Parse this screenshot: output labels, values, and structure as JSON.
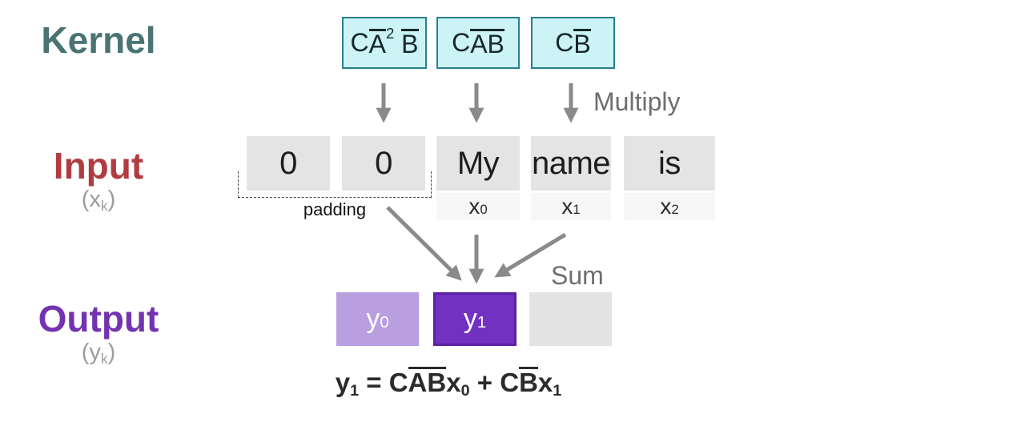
{
  "colors": {
    "kernel_title": "#4a7474",
    "input_title": "#b23b41",
    "output_title": "#7434b0",
    "kernel_box_fill": "#ccf3f6",
    "kernel_box_border": "#2a7f90",
    "input_box_fill": "#e4e4e4",
    "input_sub_fill": "#f7f7f7",
    "output_y0_fill": "#b99ee0",
    "output_y1_fill": "#7231c1",
    "output_y1_border": "#5a21a3",
    "output_empty_fill": "#e3e3e3",
    "arrow": "#8a8a8a",
    "muted_label": "#6e6e6e",
    "side_sub": "#9c9c9c"
  },
  "sections": {
    "kernel": {
      "title": "Kernel"
    },
    "input": {
      "title": "Input",
      "subtitle_tokens": [
        {
          "t": "(x"
        },
        {
          "t": "k",
          "sub": true
        },
        {
          "t": ")"
        }
      ]
    },
    "output": {
      "title": "Output",
      "subtitle_tokens": [
        {
          "t": "(y"
        },
        {
          "t": "k",
          "sub": true
        },
        {
          "t": ")"
        }
      ]
    }
  },
  "kernel": {
    "boxes": [
      {
        "tokens": [
          {
            "t": "C"
          },
          {
            "t": "A",
            "bar": true
          },
          {
            "t": "2",
            "sup": true
          },
          {
            "t": " "
          },
          {
            "t": "B",
            "bar": true
          }
        ]
      },
      {
        "tokens": [
          {
            "t": "C"
          },
          {
            "t": "A",
            "bar": true
          },
          {
            "t": "B",
            "bar": true
          }
        ]
      },
      {
        "tokens": [
          {
            "t": "C"
          },
          {
            "t": "B",
            "bar": true
          }
        ]
      }
    ]
  },
  "annotations": {
    "multiply": "Multiply",
    "sum": "Sum",
    "padding": "padding"
  },
  "input": {
    "cells": [
      {
        "value": "0"
      },
      {
        "value": "0"
      },
      {
        "value": "My",
        "index_tokens": [
          {
            "t": "x"
          },
          {
            "t": "0",
            "sub": true
          }
        ]
      },
      {
        "value": "name",
        "index_tokens": [
          {
            "t": "x"
          },
          {
            "t": "1",
            "sub": true
          }
        ]
      },
      {
        "value": "is",
        "index_tokens": [
          {
            "t": "x"
          },
          {
            "t": "2",
            "sub": true
          }
        ]
      }
    ]
  },
  "output": {
    "cells": [
      {
        "tokens": [
          {
            "t": "y"
          },
          {
            "t": "0",
            "sub": true
          }
        ]
      },
      {
        "tokens": [
          {
            "t": "y"
          },
          {
            "t": "1",
            "sub": true
          }
        ]
      },
      {
        "tokens": []
      }
    ]
  },
  "formula": {
    "tokens": [
      {
        "t": "y"
      },
      {
        "t": "1",
        "sub": true
      },
      {
        "t": " = "
      },
      {
        "t": "C"
      },
      {
        "t": "A",
        "bar": true
      },
      {
        "t": "B",
        "bar": true
      },
      {
        "t": "x"
      },
      {
        "t": "0",
        "sub": true
      },
      {
        "t": " + "
      },
      {
        "t": "C"
      },
      {
        "t": "B",
        "bar": true
      },
      {
        "t": "x"
      },
      {
        "t": "1",
        "sub": true
      }
    ]
  }
}
